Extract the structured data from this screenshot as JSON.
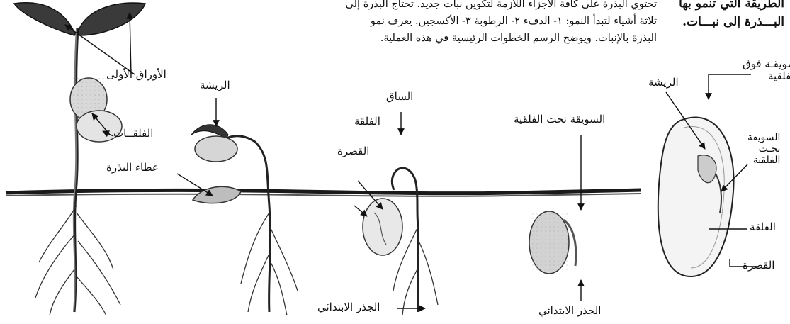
{
  "heading": {
    "line1": "الطريقة التي تنمو بها",
    "line2": "البـــذرة إلى نبـــات."
  },
  "paragraph": {
    "line1": "تحتوي البذرة على كافة الأجزاء اللازمة لتكوين نبات جديد. تحتاج البذرة إلى",
    "line2": "ثلاثة أشياء لتبدأ النمو: ١- الدفء ٢- الرطوبة ٣- الأكسجين. يعرف نمو",
    "line3": "البذرة بالإنبات. ويوضح الرسم الخطوات الرئيسية في هذه العملية."
  },
  "labels": {
    "first_leaves": "الأوراق الأولى",
    "cotyledons": "الفلقــات",
    "plumule_mid": "الريشة",
    "seed_coat_plant": "غطاء البذرة",
    "stem": "الساق",
    "cotyledon_mid": "الفلقة",
    "testa_mid": "القصرة",
    "primary_root_mid": "الجذر الابتدائي",
    "hypocotyl_small": "السويقة تحت الفلقية",
    "primary_root_small": "الجذر الابتدائي",
    "epicotyl_line1": "السويقـة فوق",
    "epicotyl_line2": "الفلقية",
    "plumule_seed": "الريشة",
    "hypocotyl_seed_1": "السويقة",
    "hypocotyl_seed_2": "تحـت",
    "hypocotyl_seed_3": "الفلقية",
    "cotyledon_seed": "الفلقة",
    "testa_seed": "القصرة"
  }
}
